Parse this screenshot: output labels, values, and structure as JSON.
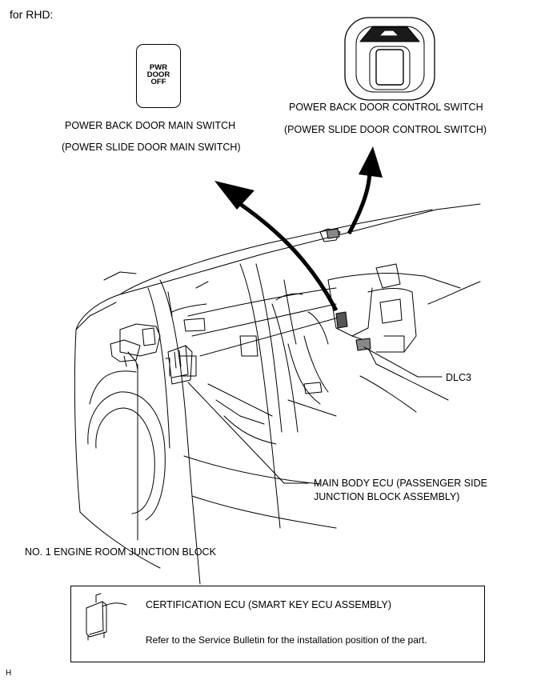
{
  "header": {
    "title": "for RHD:"
  },
  "switch_icon": {
    "lines": [
      "PWR",
      "DOOR",
      "OFF"
    ]
  },
  "labels": {
    "main_switch_1": "POWER BACK DOOR MAIN SWITCH",
    "main_switch_2": "(POWER SLIDE DOOR MAIN SWITCH)",
    "control_switch_1": "POWER BACK DOOR CONTROL SWITCH",
    "control_switch_2": "(POWER SLIDE DOOR CONTROL SWITCH)",
    "dlc3": "DLC3",
    "main_body_ecu_1": "MAIN BODY ECU (PASSENGER SIDE",
    "main_body_ecu_2": "JUNCTION BLOCK ASSEMBLY)",
    "engine_room_jb": "NO. 1 ENGINE ROOM JUNCTION BLOCK"
  },
  "note_box": {
    "title": "CERTIFICATION ECU (SMART KEY ECU ASSEMBLY)",
    "text": "Refer to the Service Bulletin for the installation position of the part."
  },
  "footer": {
    "code": "H"
  }
}
